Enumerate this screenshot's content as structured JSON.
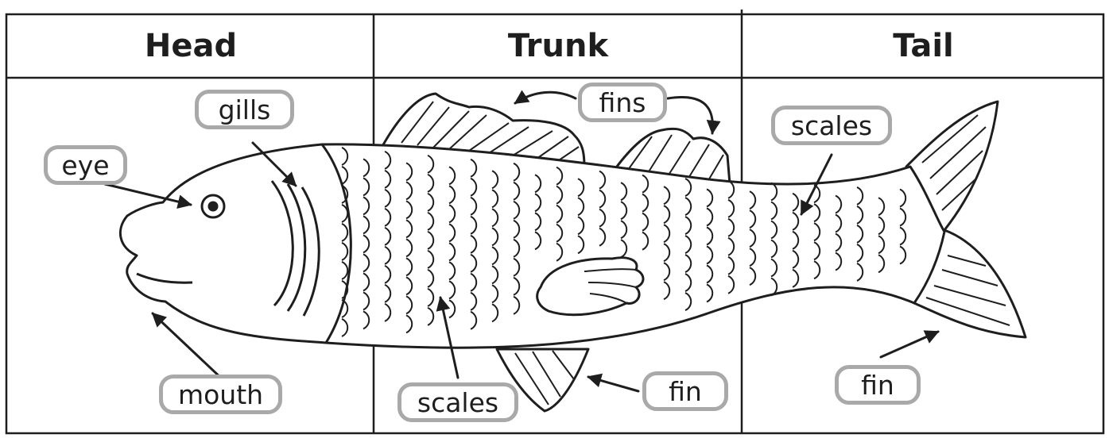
{
  "headers": {
    "head": "Head",
    "trunk": "Trunk",
    "tail": "Tail"
  },
  "labels": {
    "eye": "eye",
    "gills": "gills",
    "mouth": "mouth",
    "fins": "fins",
    "scales_trunk": "scales",
    "fin_trunk": "fin",
    "scales_tail": "scales",
    "fin_tail": "fin"
  },
  "colors": {
    "outline": "#1e1e1e",
    "label_border": "#a9a9a9",
    "background": "#ffffff"
  }
}
